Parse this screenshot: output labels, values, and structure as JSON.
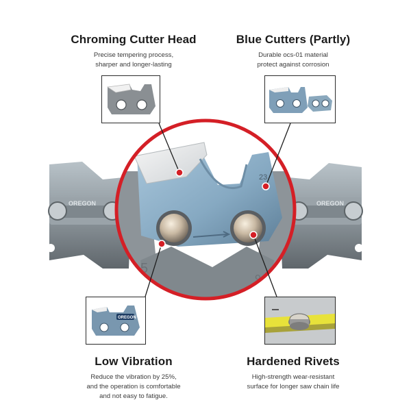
{
  "features": {
    "chroming": {
      "title": "Chroming Cutter Head",
      "line1": "Precise tempering process,",
      "line2": "sharper and longer-lasting"
    },
    "blue": {
      "title": "Blue Cutters (Partly)",
      "line1": "Durable ocs-01 material",
      "line2": "protect against corrosion"
    },
    "vibration": {
      "title": "Low Vibration",
      "line1": "Reduce the vibration by 25%,",
      "line2": "and the operation is comfortable",
      "line3": "and not easy to fatigue."
    },
    "rivets": {
      "title": "Hardened Rivets",
      "line1": "High-strength wear-resistant",
      "line2": "surface for longer saw chain life"
    }
  },
  "brand": {
    "engraving_left": "OREGON",
    "engraving_right": "OREGON",
    "inset_label": "OREGON"
  },
  "colors": {
    "ring": "#d41f26",
    "callout_dot": "#d41f26",
    "steel_blue": "#8fb3cc",
    "chrome": "#e6e6e6",
    "steel_gray": "#8a8a8a",
    "rivet_highlight": "#f2e6d0",
    "yellow_link": "#e8e23a"
  }
}
